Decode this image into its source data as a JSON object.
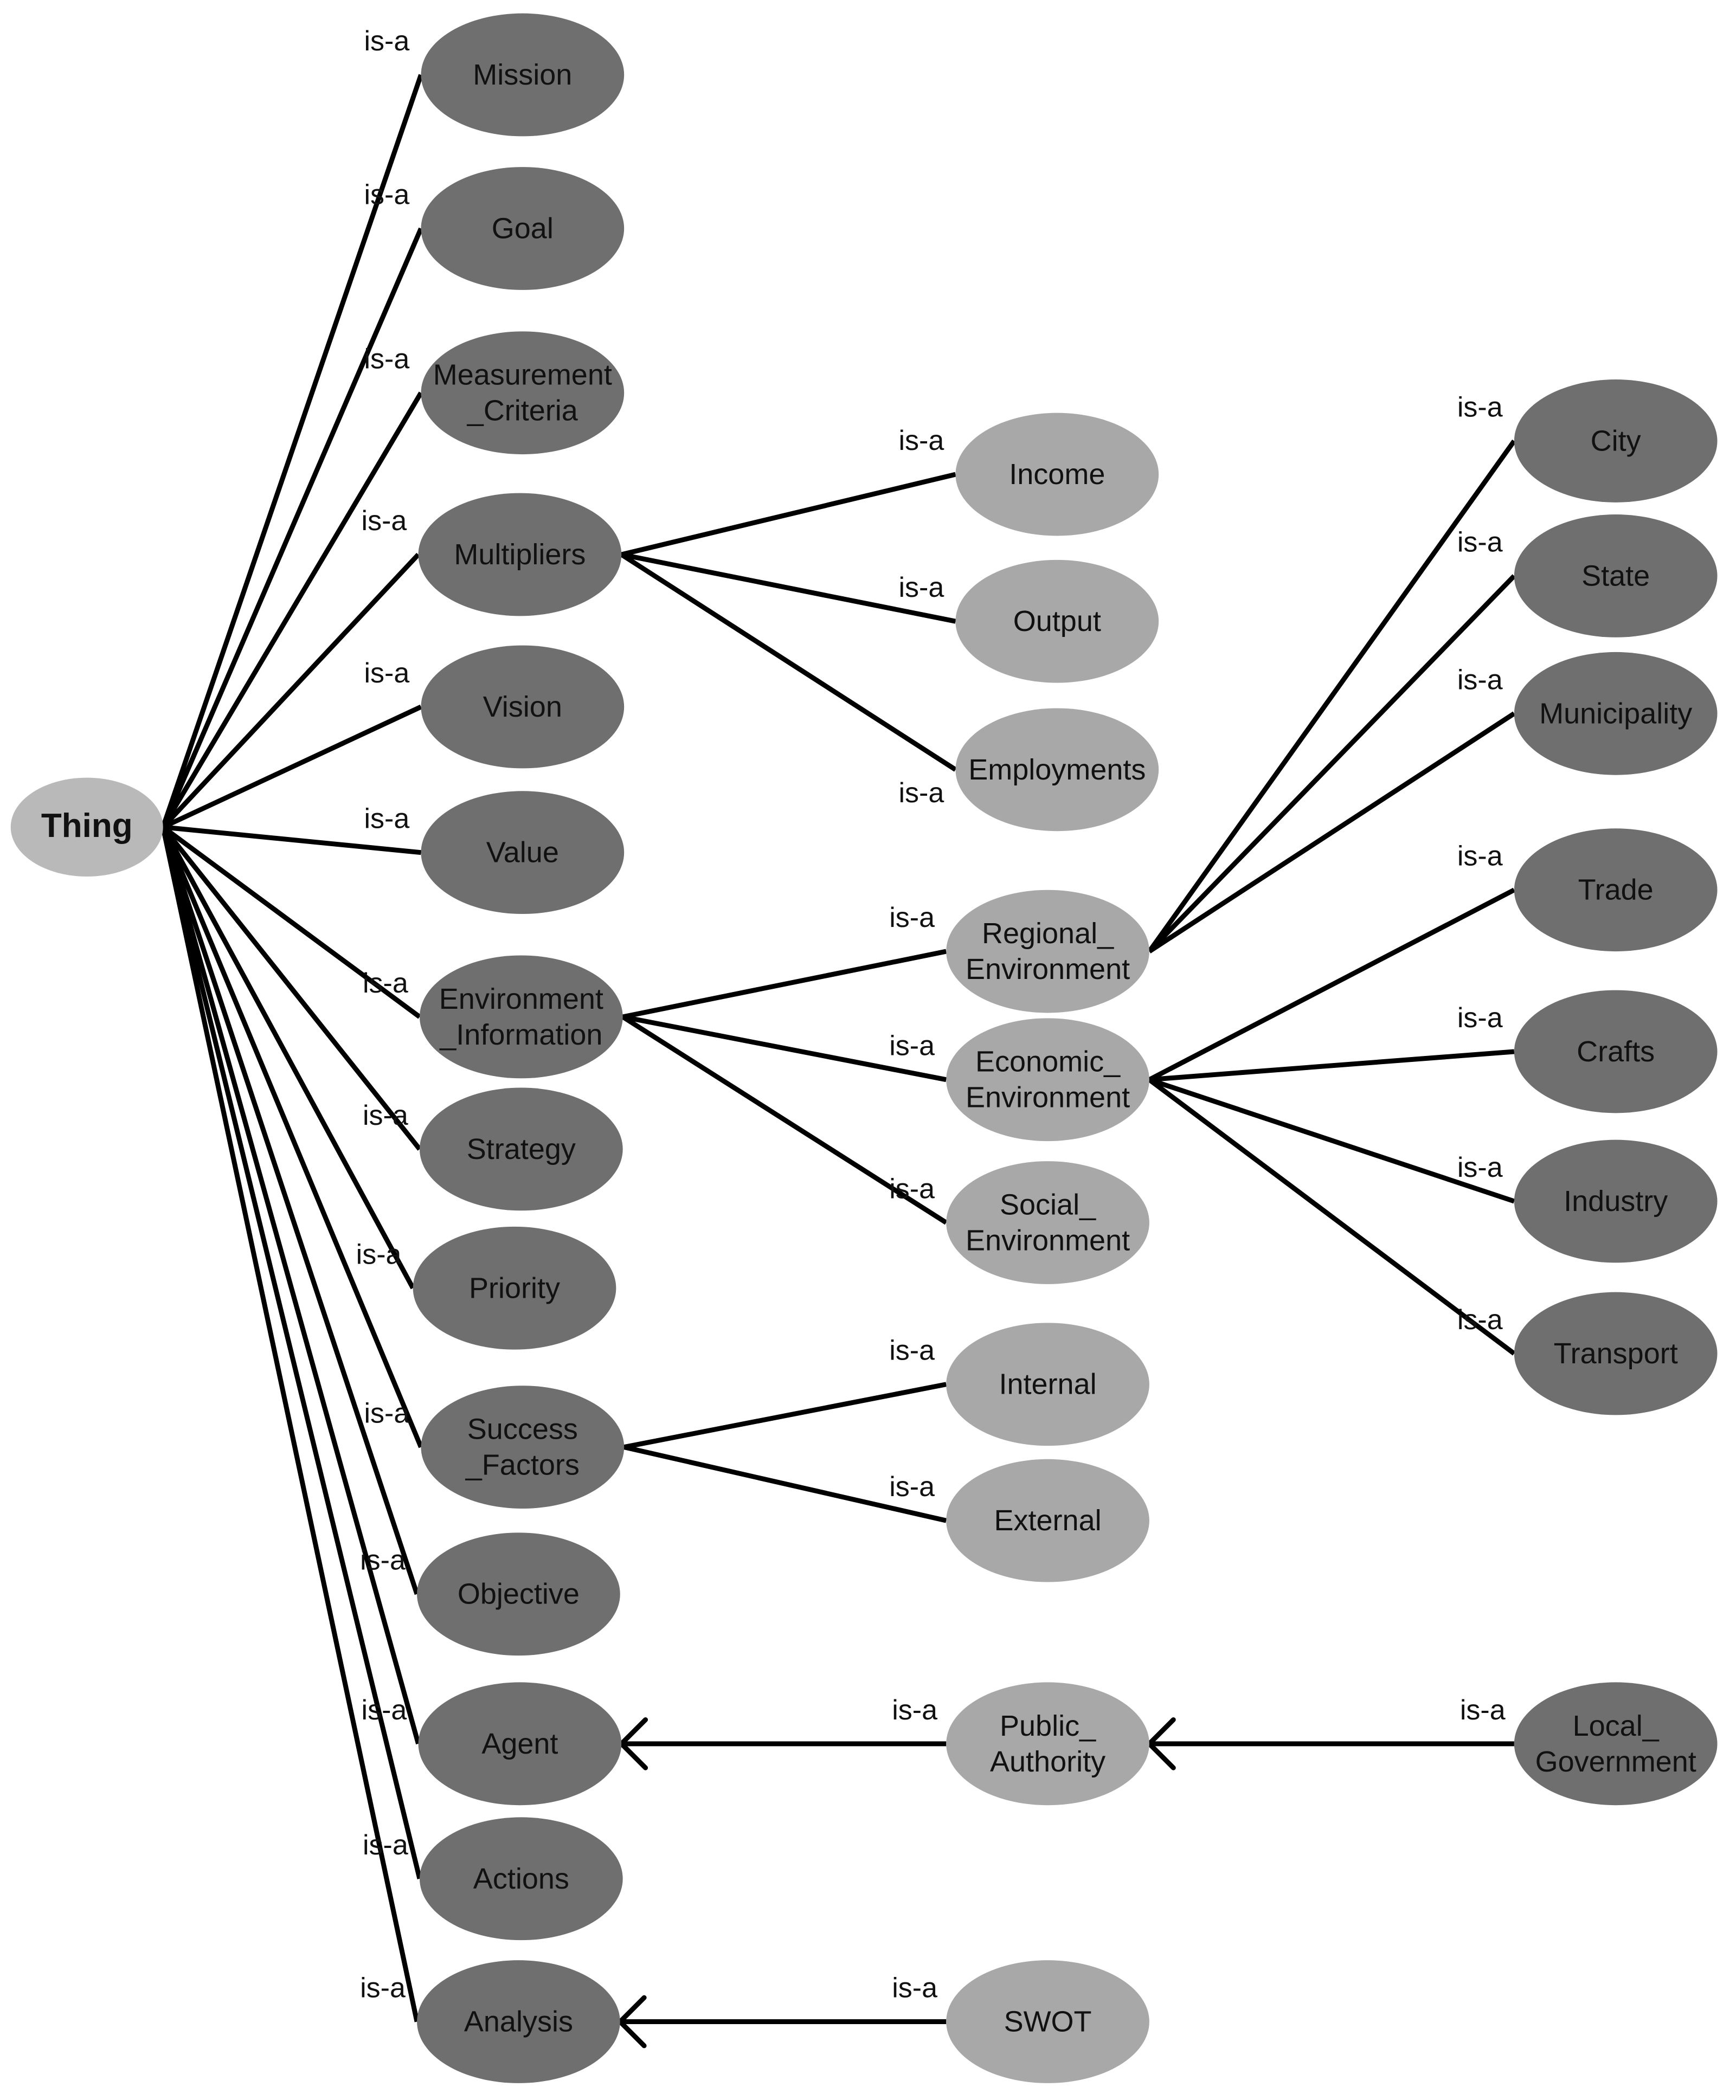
{
  "colors": {
    "light_node": "#a8a8a8",
    "dark_node": "#6f6f6f",
    "root_node": "#b9b9b9",
    "edge": "#000000"
  },
  "relation_label": "is-a",
  "nodes": {
    "thing": {
      "lines": [
        "Thing"
      ]
    },
    "mission": {
      "lines": [
        "Mission"
      ]
    },
    "goal": {
      "lines": [
        "Goal"
      ]
    },
    "measurement_criteria": {
      "lines": [
        "Measurement",
        "_Criteria"
      ]
    },
    "multipliers": {
      "lines": [
        "Multipliers"
      ]
    },
    "vision": {
      "lines": [
        "Vision"
      ]
    },
    "value": {
      "lines": [
        "Value"
      ]
    },
    "environment_information": {
      "lines": [
        "Environment",
        "_Information"
      ]
    },
    "strategy": {
      "lines": [
        "Strategy"
      ]
    },
    "priority": {
      "lines": [
        "Priority"
      ]
    },
    "success_factors": {
      "lines": [
        "Success",
        "_Factors"
      ]
    },
    "objective": {
      "lines": [
        "Objective"
      ]
    },
    "agent": {
      "lines": [
        "Agent"
      ]
    },
    "actions": {
      "lines": [
        "Actions"
      ]
    },
    "analysis": {
      "lines": [
        "Analysis"
      ]
    },
    "income": {
      "lines": [
        "Income"
      ]
    },
    "output": {
      "lines": [
        "Output"
      ]
    },
    "employments": {
      "lines": [
        "Employments"
      ]
    },
    "regional_environment": {
      "lines": [
        "Regional_",
        "Environment"
      ]
    },
    "economic_environment": {
      "lines": [
        "Economic_",
        "Environment"
      ]
    },
    "social_environment": {
      "lines": [
        "Social_",
        "Environment"
      ]
    },
    "internal": {
      "lines": [
        "Internal"
      ]
    },
    "external": {
      "lines": [
        "External"
      ]
    },
    "public_authority": {
      "lines": [
        "Public_",
        "Authority"
      ]
    },
    "swot": {
      "lines": [
        "SWOT"
      ]
    },
    "city": {
      "lines": [
        "City"
      ]
    },
    "state": {
      "lines": [
        "State"
      ]
    },
    "municipality": {
      "lines": [
        "Municipality"
      ]
    },
    "trade": {
      "lines": [
        "Trade"
      ]
    },
    "crafts": {
      "lines": [
        "Crafts"
      ]
    },
    "industry": {
      "lines": [
        "Industry"
      ]
    },
    "transport": {
      "lines": [
        "Transport"
      ]
    },
    "local_government": {
      "lines": [
        "Local_",
        "Government"
      ]
    }
  },
  "edges": [
    {
      "from": "thing",
      "to": "mission",
      "label": "is-a"
    },
    {
      "from": "thing",
      "to": "goal",
      "label": "is-a"
    },
    {
      "from": "thing",
      "to": "measurement_criteria",
      "label": "is-a"
    },
    {
      "from": "thing",
      "to": "multipliers",
      "label": "is-a"
    },
    {
      "from": "thing",
      "to": "vision",
      "label": "is-a"
    },
    {
      "from": "thing",
      "to": "value",
      "label": "is-a"
    },
    {
      "from": "thing",
      "to": "environment_information",
      "label": "is-a"
    },
    {
      "from": "thing",
      "to": "strategy",
      "label": "is-a"
    },
    {
      "from": "thing",
      "to": "priority",
      "label": "is-a"
    },
    {
      "from": "thing",
      "to": "success_factors",
      "label": "is-a"
    },
    {
      "from": "thing",
      "to": "objective",
      "label": "is-a"
    },
    {
      "from": "thing",
      "to": "agent",
      "label": "is-a"
    },
    {
      "from": "thing",
      "to": "actions",
      "label": "is-a"
    },
    {
      "from": "thing",
      "to": "analysis",
      "label": "is-a"
    },
    {
      "from": "multipliers",
      "to": "income",
      "label": "is-a"
    },
    {
      "from": "multipliers",
      "to": "output",
      "label": "is-a"
    },
    {
      "from": "multipliers",
      "to": "employments",
      "label": "is-a"
    },
    {
      "from": "environment_information",
      "to": "regional_environment",
      "label": "is-a"
    },
    {
      "from": "environment_information",
      "to": "economic_environment",
      "label": "is-a"
    },
    {
      "from": "environment_information",
      "to": "social_environment",
      "label": "is-a"
    },
    {
      "from": "regional_environment",
      "to": "city",
      "label": "is-a"
    },
    {
      "from": "regional_environment",
      "to": "state",
      "label": "is-a"
    },
    {
      "from": "regional_environment",
      "to": "municipality",
      "label": "is-a"
    },
    {
      "from": "economic_environment",
      "to": "trade",
      "label": "is-a"
    },
    {
      "from": "economic_environment",
      "to": "crafts",
      "label": "is-a"
    },
    {
      "from": "economic_environment",
      "to": "industry",
      "label": "is-a"
    },
    {
      "from": "economic_environment",
      "to": "transport",
      "label": "is-a"
    },
    {
      "from": "success_factors",
      "to": "internal",
      "label": "is-a"
    },
    {
      "from": "success_factors",
      "to": "external",
      "label": "is-a"
    },
    {
      "from": "public_authority",
      "to": "agent",
      "label": "is-a",
      "arrow": true
    },
    {
      "from": "local_government",
      "to": "public_authority",
      "label": "is-a",
      "arrow": true
    },
    {
      "from": "swot",
      "to": "analysis",
      "label": "is-a",
      "arrow": true
    }
  ]
}
